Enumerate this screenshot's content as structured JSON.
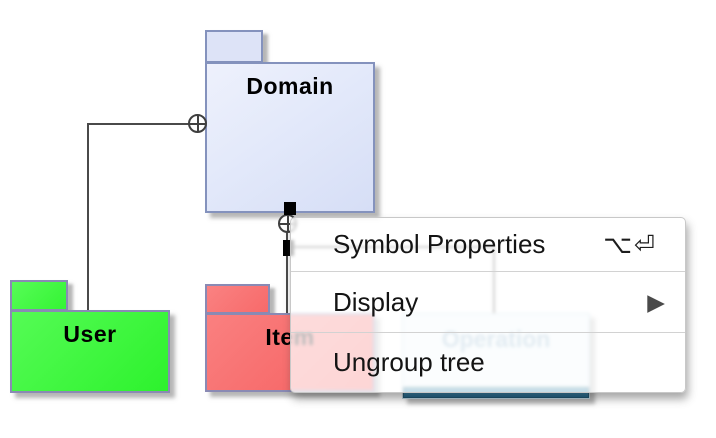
{
  "diagram": {
    "packages": [
      {
        "name": "Domain",
        "fill": "#e3e9fa",
        "border": "#8492bd"
      },
      {
        "name": "User",
        "fill": "#3df53d",
        "border": "#8a8ab4"
      },
      {
        "name": "Item",
        "fill": "#f76f6f",
        "border": "#8a8ab4"
      }
    ],
    "classifier": {
      "name": "Operation",
      "fill": "#edf6fa",
      "bar_color": "#17719c"
    },
    "connectors": {
      "line_color": "#4a4a4a",
      "anchor_symbol": "circle-plus"
    }
  },
  "context_menu": {
    "items": [
      {
        "label": "Symbol Properties",
        "shortcut": "⌥⏎"
      },
      {
        "label": "Display",
        "submenu_arrow": "▶"
      },
      {
        "label": "Ungroup tree"
      }
    ]
  },
  "colors": {
    "canvas_bg": "#ffffff",
    "menu_bg": "rgba(255,255,255,0.74)",
    "selection_handle": "#000000"
  }
}
